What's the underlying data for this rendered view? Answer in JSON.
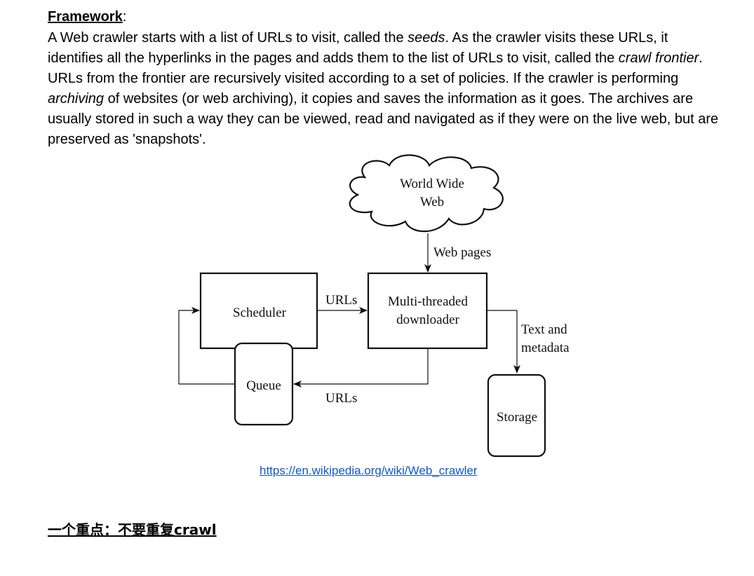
{
  "heading": {
    "title": "Framework",
    "colon": ":"
  },
  "paragraph": {
    "p1": "A Web crawler starts with a list of URLs to visit, called the ",
    "seeds": "seeds",
    "p2": ". As the crawler visits these URLs, it identifies all the hyperlinks in the pages and adds them to the list of URLs to visit, called the ",
    "crawl_frontier": "crawl frontier",
    "p3": ". URLs from the frontier are recursively visited according to a set of policies. If the crawler is performing ",
    "archiving": "archiving",
    "p4": " of websites (or web archiving), it copies and saves the information as it goes. The archives are usually stored in such a way they can be viewed, read and navigated as if they were on the live web, but are preserved as 'snapshots'."
  },
  "diagram": {
    "www_line1": "World Wide",
    "www_line2": "Web",
    "web_pages": "Web pages",
    "scheduler": "Scheduler",
    "urls_top": "URLs",
    "downloader_line1": "Multi-threaded",
    "downloader_line2": "downloader",
    "text_meta_line1": "Text and",
    "text_meta_line2": "metadata",
    "queue": "Queue",
    "urls_bottom": "URLs",
    "storage": "Storage"
  },
  "source_link": "https://en.wikipedia.org/wiki/Web_crawler",
  "bottom_note": "一个重点：不要重复crawl"
}
